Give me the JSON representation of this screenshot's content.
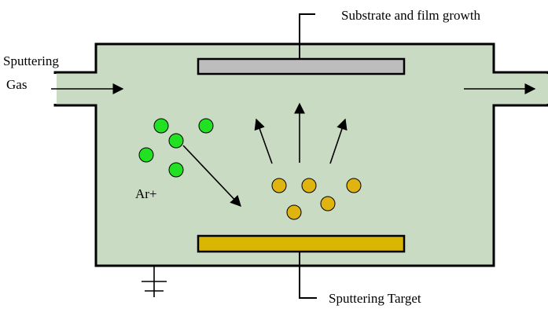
{
  "labels": {
    "substrate": "Substrate and film growth",
    "gas_line1": "Sputtering",
    "gas_line2": "Gas",
    "ion": "Ar+",
    "target": "Sputtering Target"
  },
  "colors": {
    "chamber_fill": "#c9dcc3",
    "substrate_fill": "#bdbdbd",
    "target_fill": "#d9b600",
    "ion_fill": "#22e022",
    "atom_fill": "#e0b410",
    "outline": "#000000"
  },
  "icons": {
    "ground": "ground-symbol-icon"
  }
}
